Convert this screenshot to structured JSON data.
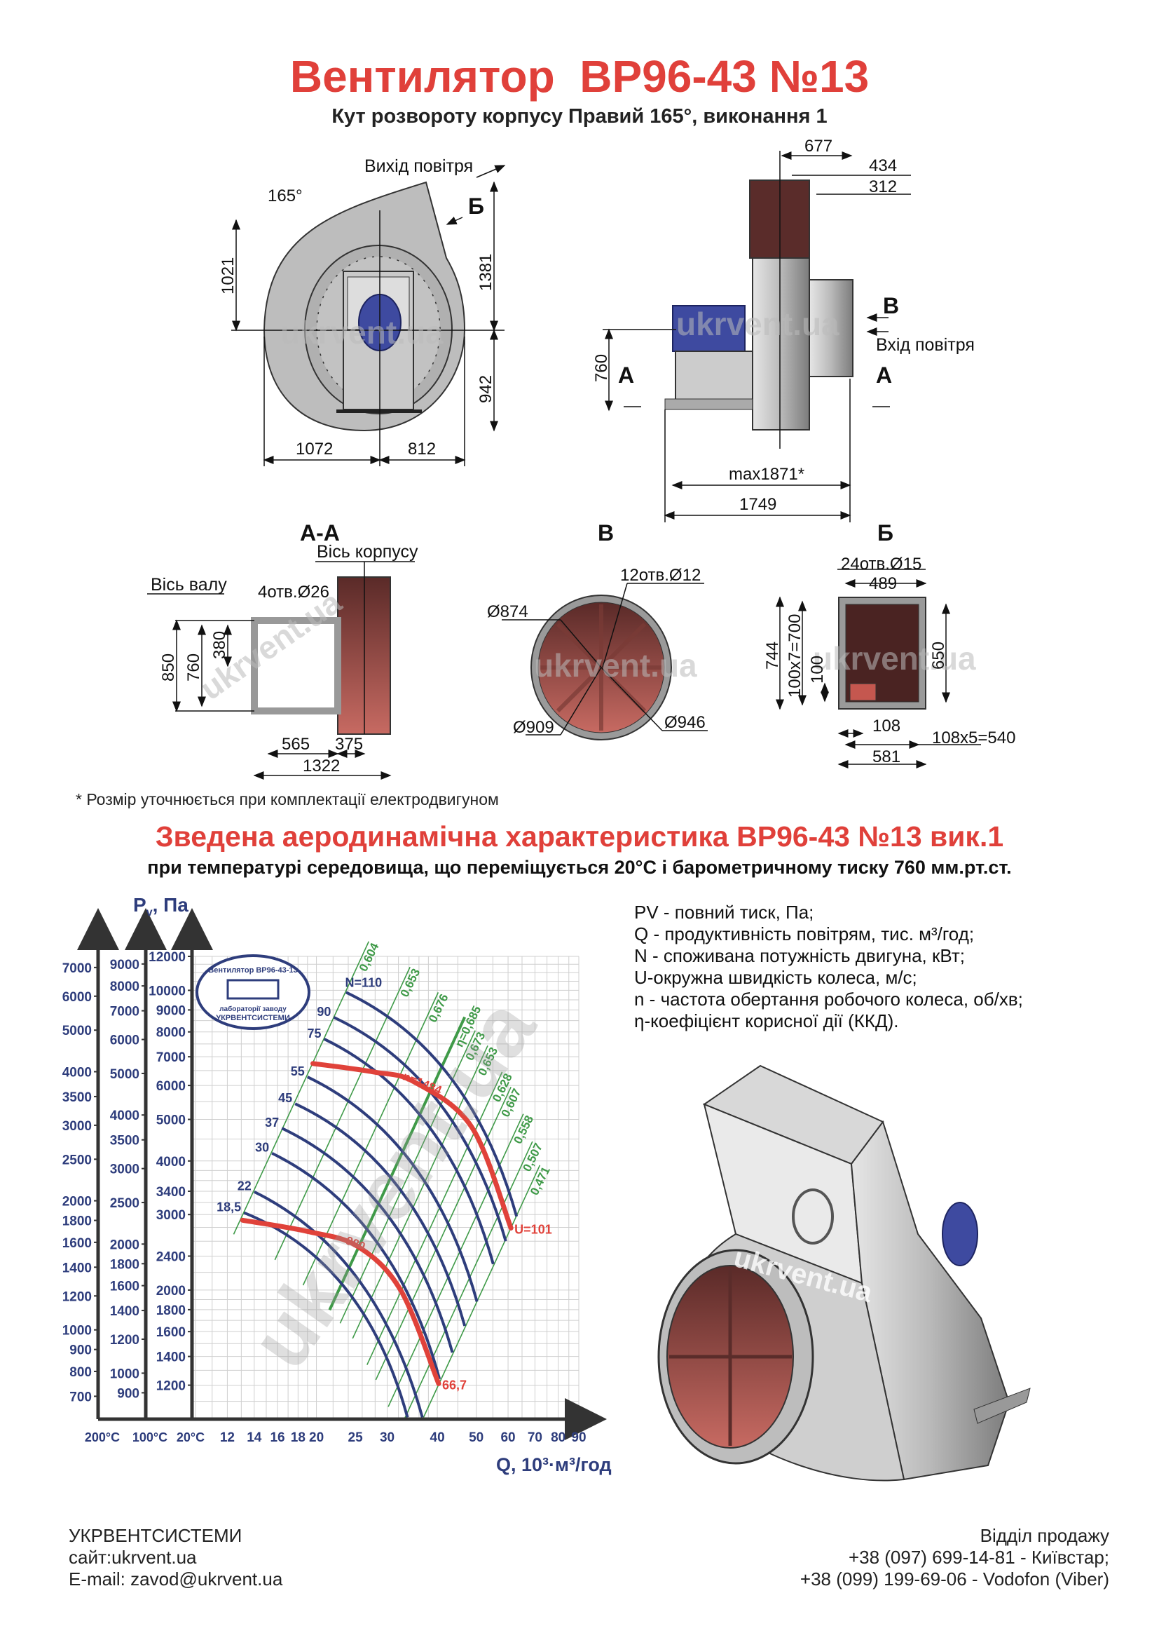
{
  "header": {
    "title": "Вентилятор  ВР96-43 №13",
    "subtitle": "Кут розвороту корпусу Правий 165°, виконання 1"
  },
  "watermark": "ukrvent.ua",
  "front_view": {
    "outlet_label": "Вихід повітря",
    "angle": "165°",
    "section_b": "Б",
    "d1021": "1021",
    "d1381": "1381",
    "d942": "942",
    "d1072": "1072",
    "d812": "812"
  },
  "side_view": {
    "d677": "677",
    "d434": "434",
    "d312": "312",
    "view_v": "В",
    "inlet_label": "Вхід повітря",
    "d760": "760",
    "section_a": "А",
    "d_max1871": "max1871*",
    "d1749": "1749"
  },
  "section_aa": {
    "title": "А-А",
    "body_axis": "Вісь корпусу",
    "shaft_axis": "Вісь валу",
    "holes": "4отв.Ø26",
    "d850": "850",
    "d760": "760",
    "d380": "380",
    "d565": "565",
    "d375": "375",
    "d1322": "1322"
  },
  "view_v": {
    "title": "В",
    "holes": "12отв.Ø12",
    "d874": "Ø874",
    "d909": "Ø909",
    "d946": "Ø946"
  },
  "view_b": {
    "title": "Б",
    "holes": "24отв.Ø15",
    "d489": "489",
    "d744": "744",
    "d700": "100x7=700",
    "d100": "100",
    "d650": "650",
    "d108": "108",
    "d540": "108x5=540",
    "d581": "581"
  },
  "footnote": "* Розмір уточнюється при комплектації електродвигуном",
  "chart_section": {
    "title": "Зведена аеродинамічна характеристика ВР96-43 №13 вик.1",
    "subtitle": "при температурі середовища, що переміщується 20°С і барометричному тиску 760 мм.рт.ст."
  },
  "legend": [
    "PV - повний тиск, Па;",
    "Q - продуктивність повітрям, тис. м³/год;",
    "N - споживана потужність двигуна, кВт;",
    "U-окружна швидкість колеса, м/с;",
    "n - частота обертання робочого колеса, об/хв;",
    "η-коефіцієнт корисної дії (ККД)."
  ],
  "stamp": {
    "line1": "Вентилятор ВР96-43-13",
    "line2": "лабораторії заводу",
    "line3": "УКРВЕНТСИСТЕМИ"
  },
  "footer": {
    "company": "УКРВЕНТСИСТЕМИ",
    "site": "сайт:ukrvent.ua",
    "email": "E-mail: zavod@ukrvent.ua",
    "sales_title": "Відділ продажу",
    "phone1": "+38 (097) 699-14-81 - Київстар;",
    "phone2": "+38 (099) 199-69-06 - Vodofon (Viber)"
  },
  "colors": {
    "title_red": "#e0403a",
    "curve_blue": "#2e3d7c",
    "curve_red": "#e0423a",
    "eff_green": "#3f9a48",
    "grid": "#cfcfcf"
  },
  "chart_data": {
    "type": "line",
    "ylabel_main": "P",
    "ylabel_sub": "v",
    "ylabel_unit": ", Па",
    "xlabel": "Q, 10³·м³/год",
    "x_scale": "log",
    "y_scale": "log",
    "xlim": [
      9.8,
      90
    ],
    "ylim": [
      1000,
      12000
    ],
    "grid": true,
    "x_ticks": [
      12,
      14,
      16,
      18,
      20,
      25,
      30,
      40,
      50,
      60,
      70,
      80,
      90
    ],
    "y_axes": [
      {
        "label": "200°C",
        "density_ratio": 1.615,
        "ticks": [
          7000,
          6000,
          5000,
          4000,
          3500,
          3000,
          2500,
          2000,
          1800,
          1600,
          1400,
          1200,
          1000,
          900,
          800,
          700
        ]
      },
      {
        "label": "100°C",
        "density_ratio": 1.28,
        "ticks": [
          9000,
          8000,
          7000,
          6000,
          5000,
          4000,
          3500,
          3000,
          2500,
          2000,
          1800,
          1600,
          1400,
          1200,
          1000,
          900
        ]
      },
      {
        "label": "20°C",
        "density_ratio": 1.0,
        "ticks": [
          12000,
          10000,
          9000,
          8000,
          7000,
          6000,
          5000,
          4000,
          3400,
          3000,
          2400,
          2000,
          1800,
          1600,
          1400,
          1200
        ]
      }
    ],
    "power_curves": [
      {
        "label": "N=110",
        "points": [
          [
            23.7,
            9890
          ],
          [
            43.2,
            6250
          ],
          [
            63.0,
            2970
          ]
        ]
      },
      {
        "label": "90",
        "points": [
          [
            22.1,
            8650
          ],
          [
            40.4,
            5470
          ],
          [
            59.2,
            2600
          ]
        ]
      },
      {
        "label": "75",
        "points": [
          [
            20.9,
            7700
          ],
          [
            37.9,
            4850
          ],
          [
            55.1,
            2300
          ]
        ]
      },
      {
        "label": "55",
        "points": [
          [
            19.0,
            6280
          ],
          [
            34.5,
            3960
          ],
          [
            50.2,
            1880
          ]
        ]
      },
      {
        "label": "45",
        "points": [
          [
            17.7,
            5440
          ],
          [
            32.1,
            3460
          ],
          [
            46.8,
            1650
          ]
        ]
      },
      {
        "label": "37",
        "points": [
          [
            16.4,
            4770
          ],
          [
            29.9,
            3010
          ],
          [
            43.6,
            1430
          ]
        ]
      },
      {
        "label": "30",
        "points": [
          [
            15.5,
            4170
          ],
          [
            28.0,
            2620
          ],
          [
            40.5,
            1240
          ]
        ]
      },
      {
        "label": "22",
        "points": [
          [
            14.0,
            3390
          ],
          [
            25.3,
            2130
          ],
          [
            36.7,
            1010
          ]
        ]
      },
      {
        "label": "18,5",
        "points": [
          [
            13.2,
            3030
          ],
          [
            23.6,
            2020
          ],
          [
            33.7,
            1010
          ]
        ]
      }
    ],
    "speed_curves": [
      {
        "label": "n=1484",
        "end_label": "U=101",
        "points": [
          [
            19.6,
            6750
          ],
          [
            27.8,
            6450
          ],
          [
            35.1,
            6110
          ],
          [
            48.7,
            4800
          ],
          [
            61.0,
            2790
          ]
        ]
      },
      {
        "label": "980",
        "end_label": "66,7",
        "points": [
          [
            13.1,
            2910
          ],
          [
            19.0,
            2740
          ],
          [
            25.3,
            2530
          ],
          [
            32.4,
            2000
          ],
          [
            40.3,
            1210
          ]
        ]
      }
    ],
    "efficiency_lines": [
      {
        "label": "0,604",
        "top": [
          27.0,
          13000
        ]
      },
      {
        "label": "0,653",
        "top": [
          34.2,
          11330
        ]
      },
      {
        "label": "0,676",
        "top": [
          40.2,
          9890
        ]
      },
      {
        "label": "η=0,685",
        "top": [
          46.8,
          8660
        ],
        "max": true
      },
      {
        "label": "0,673",
        "top": [
          49.7,
          8060
        ]
      },
      {
        "label": "0,653",
        "top": [
          53.4,
          7430
        ]
      },
      {
        "label": "0,628",
        "top": [
          58.0,
          6450
        ]
      },
      {
        "label": "0,607",
        "top": [
          61.0,
          5950
        ]
      },
      {
        "label": "0,558",
        "top": [
          65.5,
          5150
        ]
      },
      {
        "label": "0,507",
        "top": [
          69.0,
          4440
        ]
      },
      {
        "label": "0,471",
        "top": [
          72.0,
          3910
        ]
      }
    ]
  }
}
